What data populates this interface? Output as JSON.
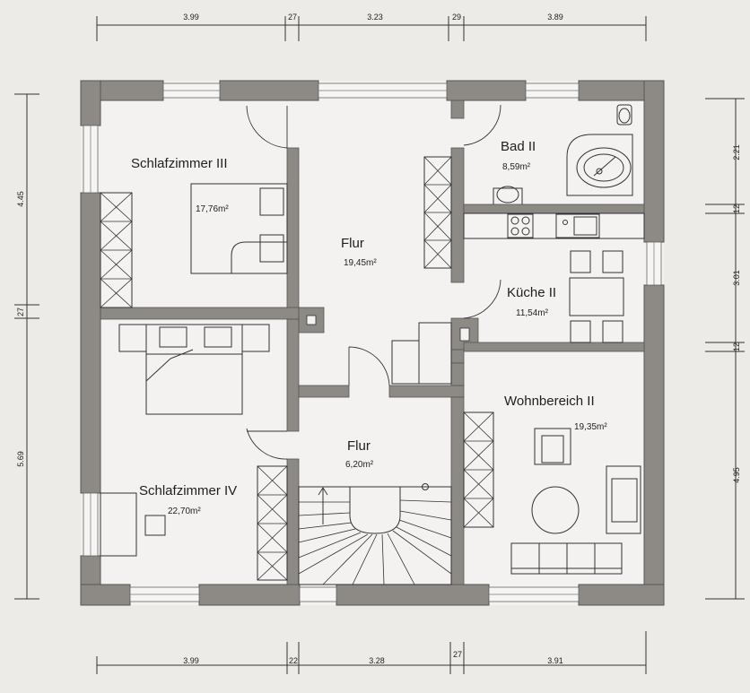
{
  "rooms": {
    "schlafzimmer_iii": {
      "name": "Schlafzimmer III",
      "area": "17,76m²"
    },
    "bad_ii": {
      "name": "Bad II",
      "area": "8,59m²"
    },
    "flur_upper": {
      "name": "Flur",
      "area": "19,45m²"
    },
    "kueche_ii": {
      "name": "Küche II",
      "area": "11,54m²"
    },
    "wohnbereich_ii": {
      "name": "Wohnbereich II",
      "area": "19,35m²"
    },
    "flur_lower": {
      "name": "Flur",
      "area": "6,20m²"
    },
    "schlafzimmer_iv": {
      "name": "Schlafzimmer IV",
      "area": "22,70m²"
    }
  },
  "dimensions": {
    "top": [
      "3.99",
      "27",
      "3.23",
      "29",
      "3.89"
    ],
    "bottom": [
      "3.99",
      "22",
      "3.28",
      "27",
      "3.91"
    ],
    "left": [
      "4.45",
      "27",
      "5.69"
    ],
    "right": [
      "2.21",
      "12",
      "3.01",
      "12",
      "4.95"
    ]
  },
  "colors": {
    "wall": "#8d8a86",
    "paper": "#edebe8",
    "line": "#333333"
  }
}
